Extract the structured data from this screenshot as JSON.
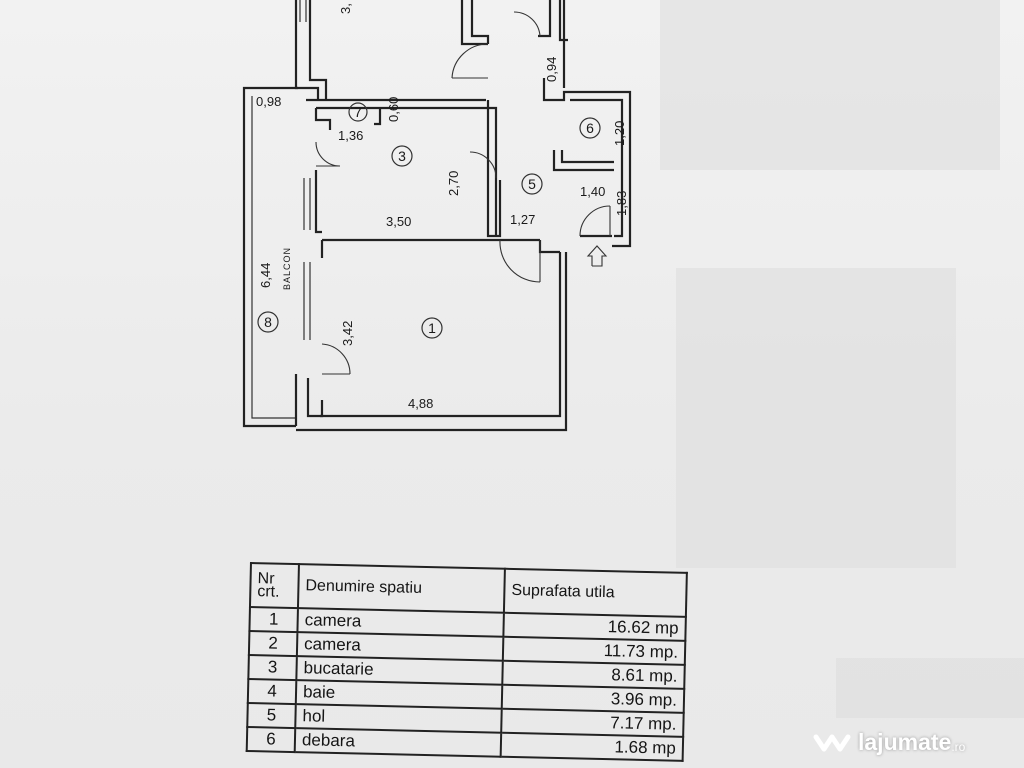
{
  "plan": {
    "rooms": [
      {
        "id": "room-1-number",
        "label": "1"
      },
      {
        "id": "room-3-number",
        "label": "3"
      },
      {
        "id": "room-5-number",
        "label": "5"
      },
      {
        "id": "room-6-number",
        "label": "6"
      },
      {
        "id": "room-7-number",
        "label": "7"
      },
      {
        "id": "room-8-number",
        "label": "8"
      }
    ],
    "dimensions": {
      "d_098": "0,98",
      "d_060": "0,60",
      "d_136": "1,36",
      "d_094": "0,94",
      "d_120": "1,20",
      "d_270": "2,70",
      "d_140": "1,40",
      "d_183": "1,83",
      "d_350": "3,50",
      "d_127": "1,27",
      "d_644": "6,44",
      "d_342": "3,42",
      "d_488": "4,88",
      "d_3top": "3,"
    },
    "balcony_label": "BALCON"
  },
  "table": {
    "header": {
      "nr_line1": "Nr",
      "nr_line2": "crt.",
      "name": "Denumire spatiu",
      "area": "Suprafata utila"
    },
    "rows": [
      {
        "nr": "1",
        "name": "camera",
        "area": "16.62 mp"
      },
      {
        "nr": "2",
        "name": "camera",
        "area": "11.73 mp."
      },
      {
        "nr": "3",
        "name": "bucatarie",
        "area": "8.61 mp."
      },
      {
        "nr": "4",
        "name": "baie",
        "area": "3.96 mp."
      },
      {
        "nr": "5",
        "name": "hol",
        "area": "7.17 mp."
      },
      {
        "nr": "6",
        "name": "debara",
        "area": "1.68 mp"
      }
    ]
  },
  "watermark": {
    "brand": "lajumate",
    "tld": ".ro"
  },
  "colors": {
    "ink": "#222222",
    "paper": "#ededed",
    "watermark": "#ffffff"
  }
}
